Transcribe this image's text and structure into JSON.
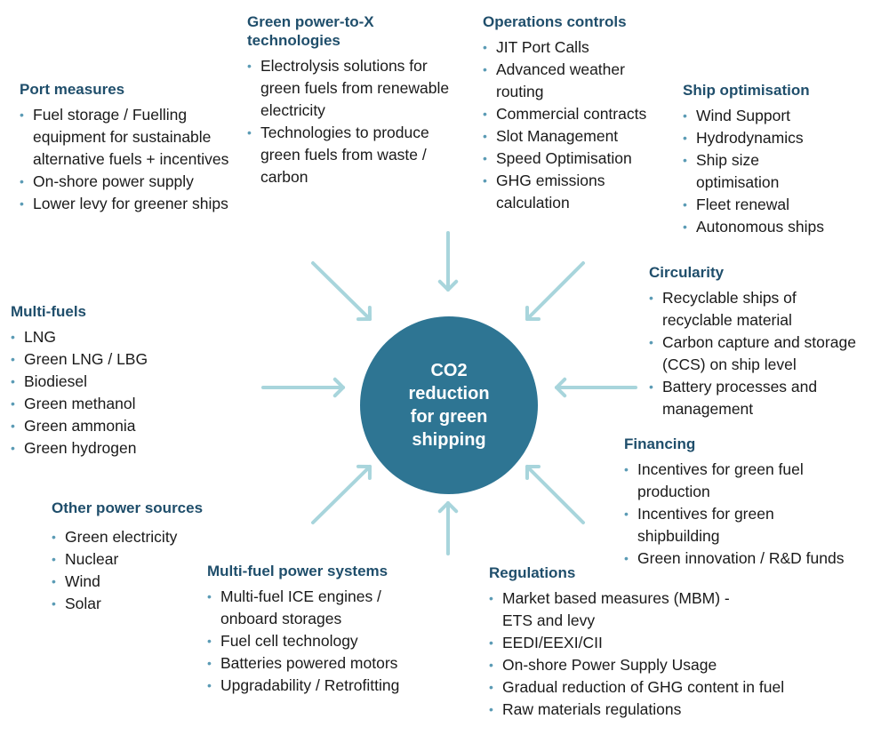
{
  "center": {
    "label": "CO2\nreduction\nfor green\nshipping"
  },
  "groups": [
    {
      "id": "port-measures",
      "title": "Port measures",
      "items": [
        "Fuel storage / Fuelling equipment for sustainable alternative fuels + incentives",
        "On-shore power supply",
        "Lower levy for greener ships"
      ]
    },
    {
      "id": "green-power-to-x",
      "title": "Green power-to-X technologies",
      "items": [
        "Electrolysis solutions for green fuels from renewable electricity",
        "Technologies to produce green fuels from waste / carbon"
      ]
    },
    {
      "id": "operations-controls",
      "title": "Operations controls",
      "items": [
        "JIT Port Calls",
        "Advanced weather routing",
        "Commercial contracts",
        "Slot Management",
        "Speed Optimisation",
        "GHG emissions calculation"
      ]
    },
    {
      "id": "ship-optimisation",
      "title": "Ship optimisation",
      "items": [
        "Wind Support",
        "Hydrodynamics",
        "Ship size optimisation",
        "Fleet renewal",
        "Autonomous ships"
      ]
    },
    {
      "id": "circularity",
      "title": "Circularity",
      "items": [
        "Recyclable ships of recyclable material",
        "Carbon capture and storage (CCS) on ship level",
        "Battery processes and management"
      ]
    },
    {
      "id": "financing",
      "title": "Financing",
      "items": [
        "Incentives for green fuel production",
        "Incentives for green shipbuilding",
        "Green innovation / R&D funds"
      ]
    },
    {
      "id": "regulations",
      "title": "Regulations",
      "items": [
        "Market based measures (MBM) - ETS and levy",
        "EEDI/EEXI/CII",
        "On-shore Power Supply Usage",
        "Gradual reduction of GHG content in fuel",
        "Raw materials regulations"
      ]
    },
    {
      "id": "multi-fuel-power-systems",
      "title": "Multi-fuel power systems",
      "items": [
        "Multi-fuel ICE engines / onboard storages",
        "Fuel cell technology",
        "Batteries powered motors",
        "Upgradability / Retrofitting"
      ]
    },
    {
      "id": "other-power-sources",
      "title": "Other power sources",
      "items": [
        "Green electricity",
        "Nuclear",
        "Wind",
        "Solar"
      ]
    },
    {
      "id": "multi-fuels",
      "title": "Multi-fuels",
      "items": [
        "LNG",
        "Green LNG / LBG",
        "Biodiesel",
        "Green methanol",
        "Green ammonia",
        "Green hydrogen"
      ]
    }
  ],
  "colors": {
    "accent": "#2e7593",
    "heading": "#1f4e6b",
    "arrow": "#a8d5dc",
    "bullet": "#5b9bb5"
  }
}
